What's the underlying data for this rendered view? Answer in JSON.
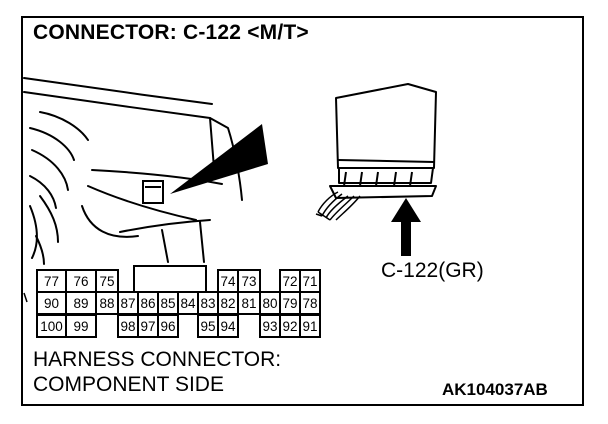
{
  "title": "CONNECTOR: C-122 <M/T>",
  "callout_label": "C-122(GR)",
  "side_label_line1": "HARNESS CONNECTOR:",
  "side_label_line2": "COMPONENT SIDE",
  "figure_code": "AK104037AB",
  "pin_rows": [
    [
      "77",
      "76",
      "75",
      "",
      "",
      "",
      "",
      "",
      "74",
      "73",
      "",
      "72",
      "71"
    ],
    [
      "90",
      "89",
      "88",
      "87",
      "86",
      "85",
      "84",
      "83",
      "82",
      "81",
      "80",
      "79",
      "78"
    ],
    [
      "100",
      "99",
      "",
      "98",
      "97",
      "96",
      "",
      "95",
      "94",
      "",
      "93",
      "92",
      "91"
    ]
  ]
}
